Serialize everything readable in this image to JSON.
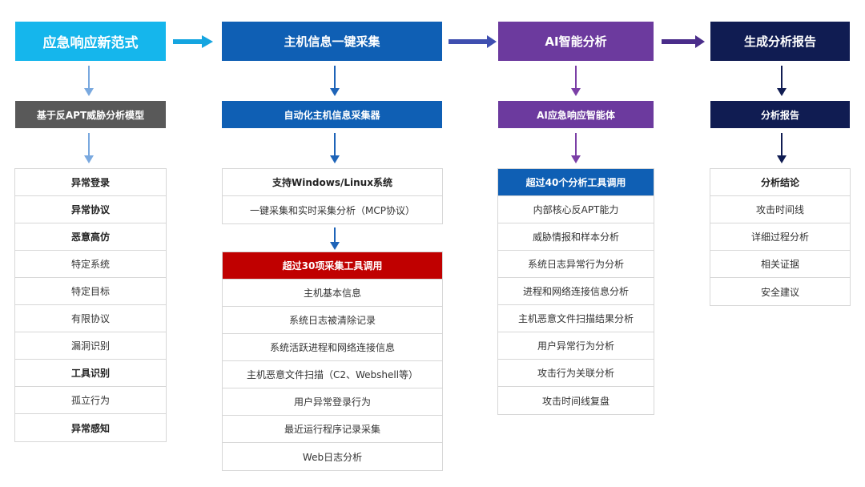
{
  "colors": {
    "col1_header": "#15b6ec",
    "col2_header": "#0f5fb4",
    "col3_header": "#6c3a9e",
    "col4_header": "#101c52",
    "col1_sub": "#595959",
    "red_highlight": "#c00000",
    "blue_highlight": "#0f5fb4",
    "arrow_light": "#7aa9df",
    "arrow_blue": "#1e64b8",
    "arrow_purple": "#7b3fa6",
    "arrow_navy": "#101c52"
  },
  "col1": {
    "header": "应急响应新范式",
    "sub": "基于反APT威胁分析模型",
    "items": [
      {
        "label": "异常登录",
        "bold": true
      },
      {
        "label": "异常协议",
        "bold": true
      },
      {
        "label": "恶意高仿",
        "bold": true
      },
      {
        "label": "特定系统",
        "bold": false
      },
      {
        "label": "特定目标",
        "bold": false
      },
      {
        "label": "有限协议",
        "bold": false
      },
      {
        "label": "漏洞识别",
        "bold": false
      },
      {
        "label": "工具识别",
        "bold": true
      },
      {
        "label": "孤立行为",
        "bold": false
      },
      {
        "label": "异常感知",
        "bold": true
      }
    ]
  },
  "col2": {
    "header": "主机信息一键采集",
    "sub": "自动化主机信息采集器",
    "top_items": [
      {
        "label": "支持Windows/Linux系统",
        "bold": true
      },
      {
        "label": "一键采集和实时采集分析（MCP协议）",
        "bold": false
      }
    ],
    "tools_header": "超过30项采集工具调用",
    "tools": [
      "主机基本信息",
      "系统日志被清除记录",
      "系统活跃进程和网络连接信息",
      "主机恶意文件扫描（C2、Webshell等）",
      "用户异常登录行为",
      "最近运行程序记录采集",
      "Web日志分析"
    ]
  },
  "col3": {
    "header": "AI智能分析",
    "sub": "AI应急响应智能体",
    "tools_header": "超过40个分析工具调用",
    "tools": [
      "内部核心反APT能力",
      "威胁情报和样本分析",
      "系统日志异常行为分析",
      "进程和网络连接信息分析",
      "主机恶意文件扫描结果分析",
      "用户异常行为分析",
      "攻击行为关联分析",
      "攻击时间线复盘"
    ]
  },
  "col4": {
    "header": "生成分析报告",
    "sub": "分析报告",
    "items": [
      {
        "label": "分析结论",
        "bold": true
      },
      {
        "label": "攻击时间线",
        "bold": false
      },
      {
        "label": "详细过程分析",
        "bold": false
      },
      {
        "label": "相关证据",
        "bold": false
      },
      {
        "label": "安全建议",
        "bold": false
      }
    ]
  }
}
